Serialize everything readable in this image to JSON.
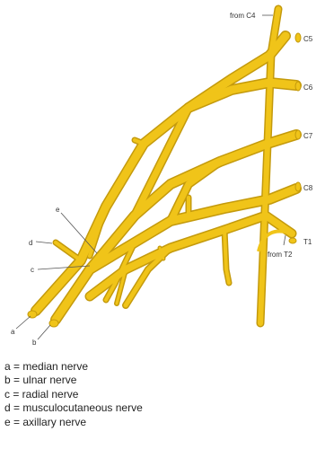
{
  "diagram": {
    "root_labels": {
      "from_c4": "from C4",
      "c5": "C5",
      "c6": "C6",
      "c7": "C7",
      "c8": "C8",
      "t1": "T1",
      "from_t2": "from T2"
    },
    "pointer_letters": [
      "a",
      "b",
      "c",
      "d",
      "e"
    ],
    "nerve_color": "#f0c419",
    "nerve_outline_color": "#c49a0c"
  },
  "legend": [
    "a = median nerve",
    "b = ulnar nerve",
    "c = radial nerve",
    "d = musculocutaneous nerve",
    "e = axillary nerve"
  ]
}
